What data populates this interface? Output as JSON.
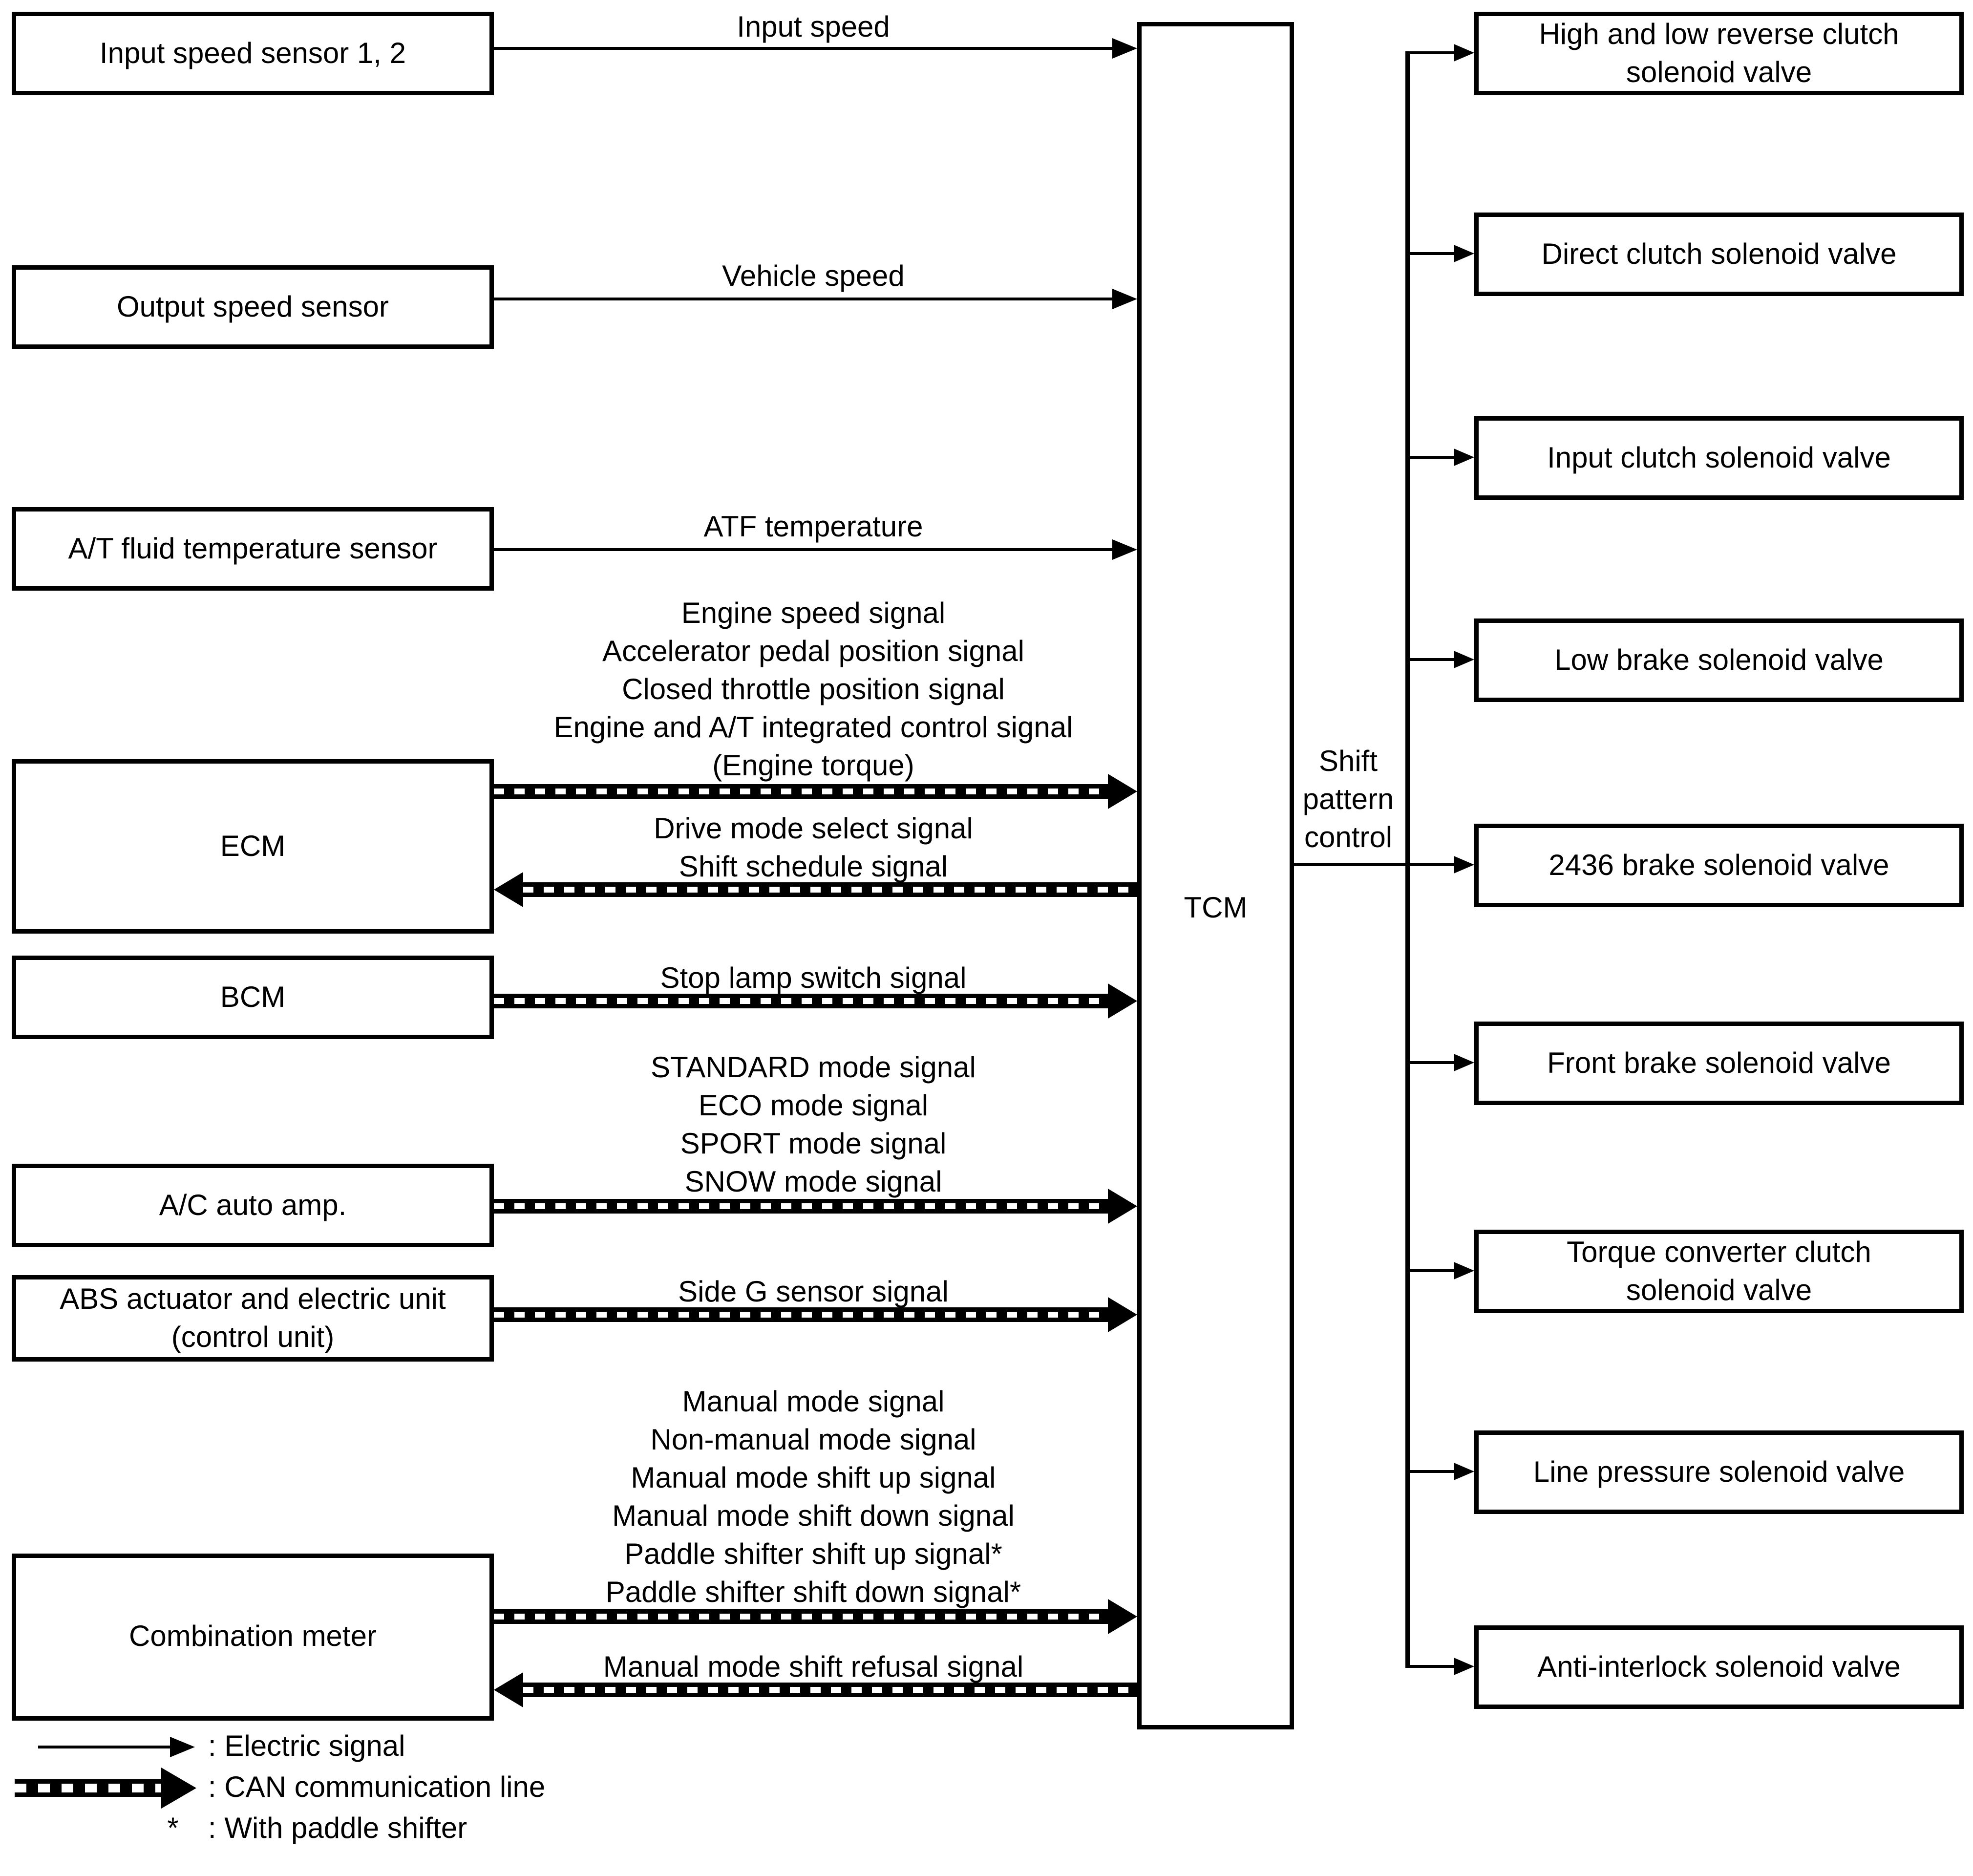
{
  "colors": {
    "foreground": "#000000",
    "background": "#ffffff"
  },
  "tcm": {
    "label": "TCM"
  },
  "shift_pattern_control": {
    "label": "Shift\npattern\ncontrol"
  },
  "left_boxes": [
    {
      "label": "Input speed sensor 1, 2"
    },
    {
      "label": "Output speed sensor"
    },
    {
      "label": "A/T fluid temperature sensor"
    },
    {
      "label": "ECM"
    },
    {
      "label": "BCM"
    },
    {
      "label": "A/C auto amp."
    },
    {
      "label": "ABS actuator and electric unit\n(control unit)"
    },
    {
      "label": "Combination meter"
    }
  ],
  "signals": [
    {
      "label": "Input speed",
      "type": "electric",
      "direction": "to-tcm",
      "from": "Input speed sensor 1, 2"
    },
    {
      "label": "Vehicle speed",
      "type": "electric",
      "direction": "to-tcm",
      "from": "Output speed sensor"
    },
    {
      "label": "ATF temperature",
      "type": "electric",
      "direction": "to-tcm",
      "from": "A/T fluid temperature sensor"
    },
    {
      "label": "Engine speed signal\nAccelerator pedal position signal\nClosed throttle position signal\nEngine and A/T integrated control signal\n(Engine torque)",
      "type": "can",
      "direction": "to-tcm",
      "from": "ECM"
    },
    {
      "label": "Drive mode select signal\nShift schedule signal",
      "type": "can",
      "direction": "from-tcm",
      "from": "TCM"
    },
    {
      "label": "Stop lamp switch signal",
      "type": "can",
      "direction": "to-tcm",
      "from": "BCM"
    },
    {
      "label": "STANDARD mode signal\nECO mode signal\nSPORT mode signal\nSNOW mode signal",
      "type": "can",
      "direction": "to-tcm",
      "from": "A/C auto amp."
    },
    {
      "label": "Side G sensor signal",
      "type": "can",
      "direction": "to-tcm",
      "from": "ABS actuator and electric unit (control unit)"
    },
    {
      "label": "Manual mode signal\nNon-manual mode signal\nManual mode shift up signal\nManual mode shift down signal\nPaddle shifter shift up signal*\nPaddle shifter shift down signal*",
      "type": "can",
      "direction": "to-tcm",
      "from": "Combination meter"
    },
    {
      "label": "Manual mode shift refusal signal",
      "type": "can",
      "direction": "from-tcm",
      "from": "TCM"
    }
  ],
  "right_boxes": [
    {
      "label": "High and low reverse clutch\nsolenoid valve"
    },
    {
      "label": "Direct clutch solenoid valve"
    },
    {
      "label": "Input clutch solenoid valve"
    },
    {
      "label": "Low brake solenoid valve"
    },
    {
      "label": "2436 brake solenoid valve"
    },
    {
      "label": "Front brake solenoid valve"
    },
    {
      "label": "Torque converter clutch\nsolenoid valve"
    },
    {
      "label": "Line pressure solenoid valve"
    },
    {
      "label": "Anti-interlock solenoid valve"
    }
  ],
  "legend": {
    "electric_label": ": Electric signal",
    "can_label": ": CAN communication line",
    "paddle_symbol": "*",
    "paddle_label": ": With paddle shifter"
  }
}
